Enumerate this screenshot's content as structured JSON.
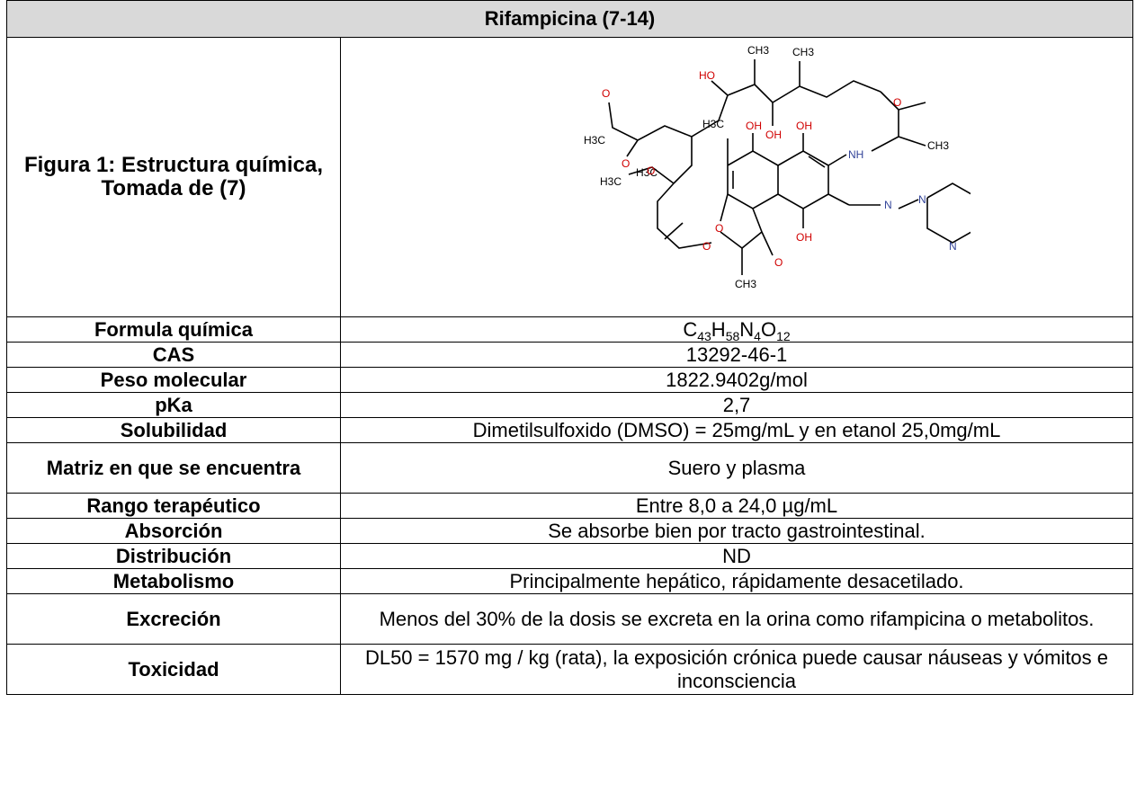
{
  "title": "Rifampicina (7-14)",
  "figure_label": "Figura 1: Estructura química, Tomada de (7)",
  "structure_labels": {
    "ch3": "CH3",
    "oh": "OH",
    "ho": "HO",
    "h3c": "H3C",
    "o": "O",
    "n": "N",
    "nh": "NH"
  },
  "formula": {
    "label": "Formula química",
    "parts": [
      "C",
      "43",
      "H",
      "58",
      "N",
      "4",
      "O",
      "12"
    ]
  },
  "rows": [
    {
      "label": "CAS",
      "value": "13292-46-1"
    },
    {
      "label": "Peso molecular",
      "value": "1822.9402g/mol"
    },
    {
      "label": "pKa",
      "value": "2,7"
    },
    {
      "label": "Solubilidad",
      "value": "Dimetilsulfoxido (DMSO) = 25mg/mL y en etanol 25,0mg/mL"
    },
    {
      "label": "Matriz en que se encuentra",
      "value": "Suero y plasma"
    },
    {
      "label": "Rango terapéutico",
      "value": "Entre 8,0 a 24,0 µg/mL"
    },
    {
      "label": "Absorción",
      "value": "Se absorbe bien por tracto gastrointestinal."
    },
    {
      "label": "Distribución",
      "value": "ND"
    },
    {
      "label": "Metabolismo",
      "value": "Principalmente hepático, rápidamente desacetilado."
    },
    {
      "label": "Excreción",
      "value": "Menos del 30% de la dosis se excreta en la orina como rifampicina o metabolitos."
    },
    {
      "label": "Toxicidad",
      "value": "DL50 = 1570 mg / kg (rata), la exposición crónica puede causar náuseas y vómitos e inconsciencia"
    }
  ]
}
